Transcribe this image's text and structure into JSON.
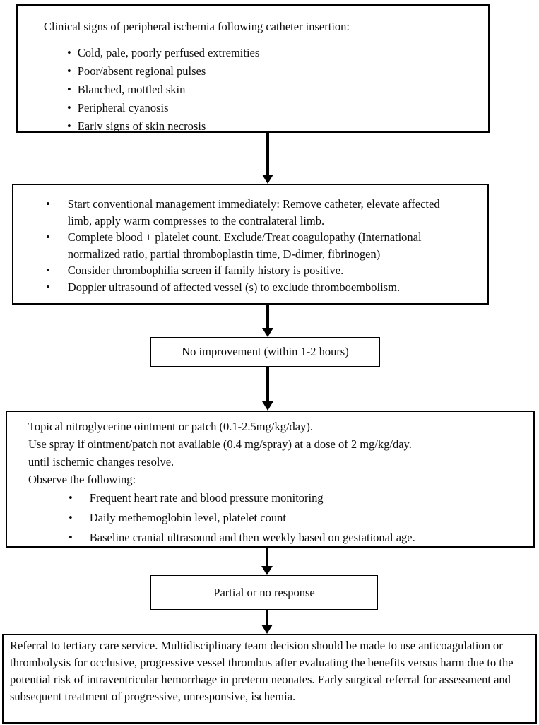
{
  "colors": {
    "line": "#000000",
    "text": "#0d0d0d",
    "background": "#ffffff"
  },
  "boxes": {
    "clinical_signs": {
      "title": "Clinical signs of peripheral ischemia following catheter insertion:",
      "bullets": [
        "Cold, pale, poorly perfused extremities",
        "Poor/absent regional pulses",
        "Blanched, mottled skin",
        "Peripheral cyanosis",
        "Early signs of skin necrosis"
      ]
    },
    "conventional_management": {
      "bullets": [
        "Start conventional management immediately: Remove catheter, elevate affected limb, apply warm compresses to the contralateral limb.",
        "Complete blood + platelet count. Exclude/Treat coagulopathy (International normalized ratio, partial thromboplastin time, D-dimer, fibrinogen)",
        "Consider thrombophilia screen if family history is positive.",
        "Doppler ultrasound of affected vessel (s) to exclude thromboembolism."
      ]
    },
    "no_improvement": {
      "label": "No improvement (within 1-2 hours)"
    },
    "nitroglycerine": {
      "lines": [
        "Topical nitroglycerine ointment or patch (0.1-2.5mg/kg/day).",
        "Use spray if ointment/patch not available (0.4 mg/spray) at a dose of 2 mg/kg/day.",
        "until ischemic changes resolve.",
        "Observe the following:"
      ],
      "bullets": [
        "Frequent heart rate and blood pressure monitoring",
        "Daily methemoglobin level, platelet count",
        "Baseline cranial ultrasound and then weekly based on gestational age."
      ]
    },
    "partial_response": {
      "label": "Partial or no response"
    },
    "referral": {
      "text": "Referral to tertiary care service. Multidisciplinary team decision should be made to use anticoagulation or thrombolysis for occlusive, progressive vessel thrombus after evaluating the benefits versus harm due to the potential risk of intraventricular hemorrhage in preterm neonates. Early surgical referral for assessment and subsequent treatment of progressive, unresponsive, ischemia."
    }
  }
}
